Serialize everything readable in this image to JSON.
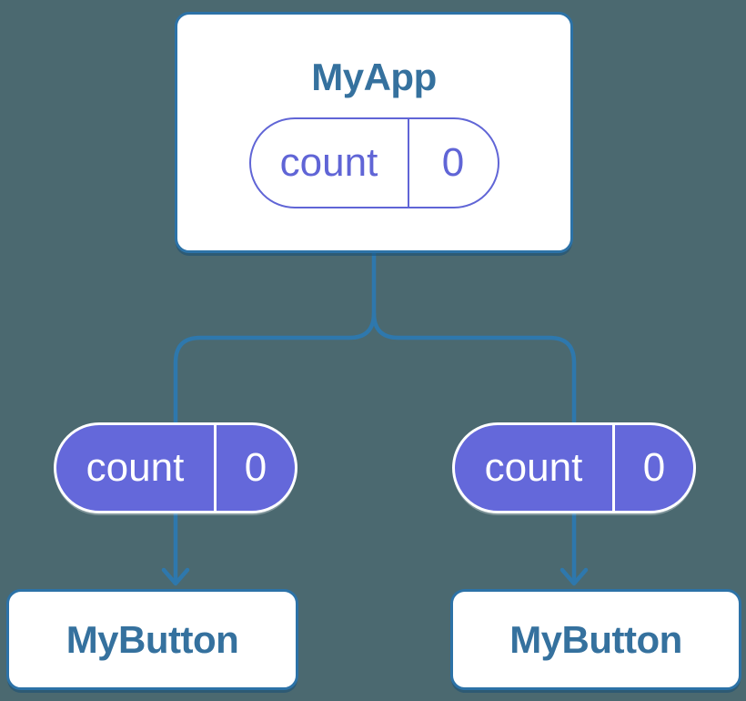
{
  "diagram": {
    "root": {
      "title": "MyApp",
      "state": {
        "label": "count",
        "value": "0"
      }
    },
    "children": [
      {
        "title": "MyButton",
        "state": {
          "label": "count",
          "value": "0"
        }
      },
      {
        "title": "MyButton",
        "state": {
          "label": "count",
          "value": "0"
        }
      }
    ],
    "colors": {
      "background": "#4B6970",
      "connector": "#2E78AD",
      "node_border": "#2C72A7",
      "node_title_text": "#35719E",
      "node_fill": "#FFFFFF",
      "state_pill_fill": "#6468DA",
      "state_pill_outline": "#6065D6",
      "state_pill_text_on_fill": "#FFFFFF"
    }
  }
}
